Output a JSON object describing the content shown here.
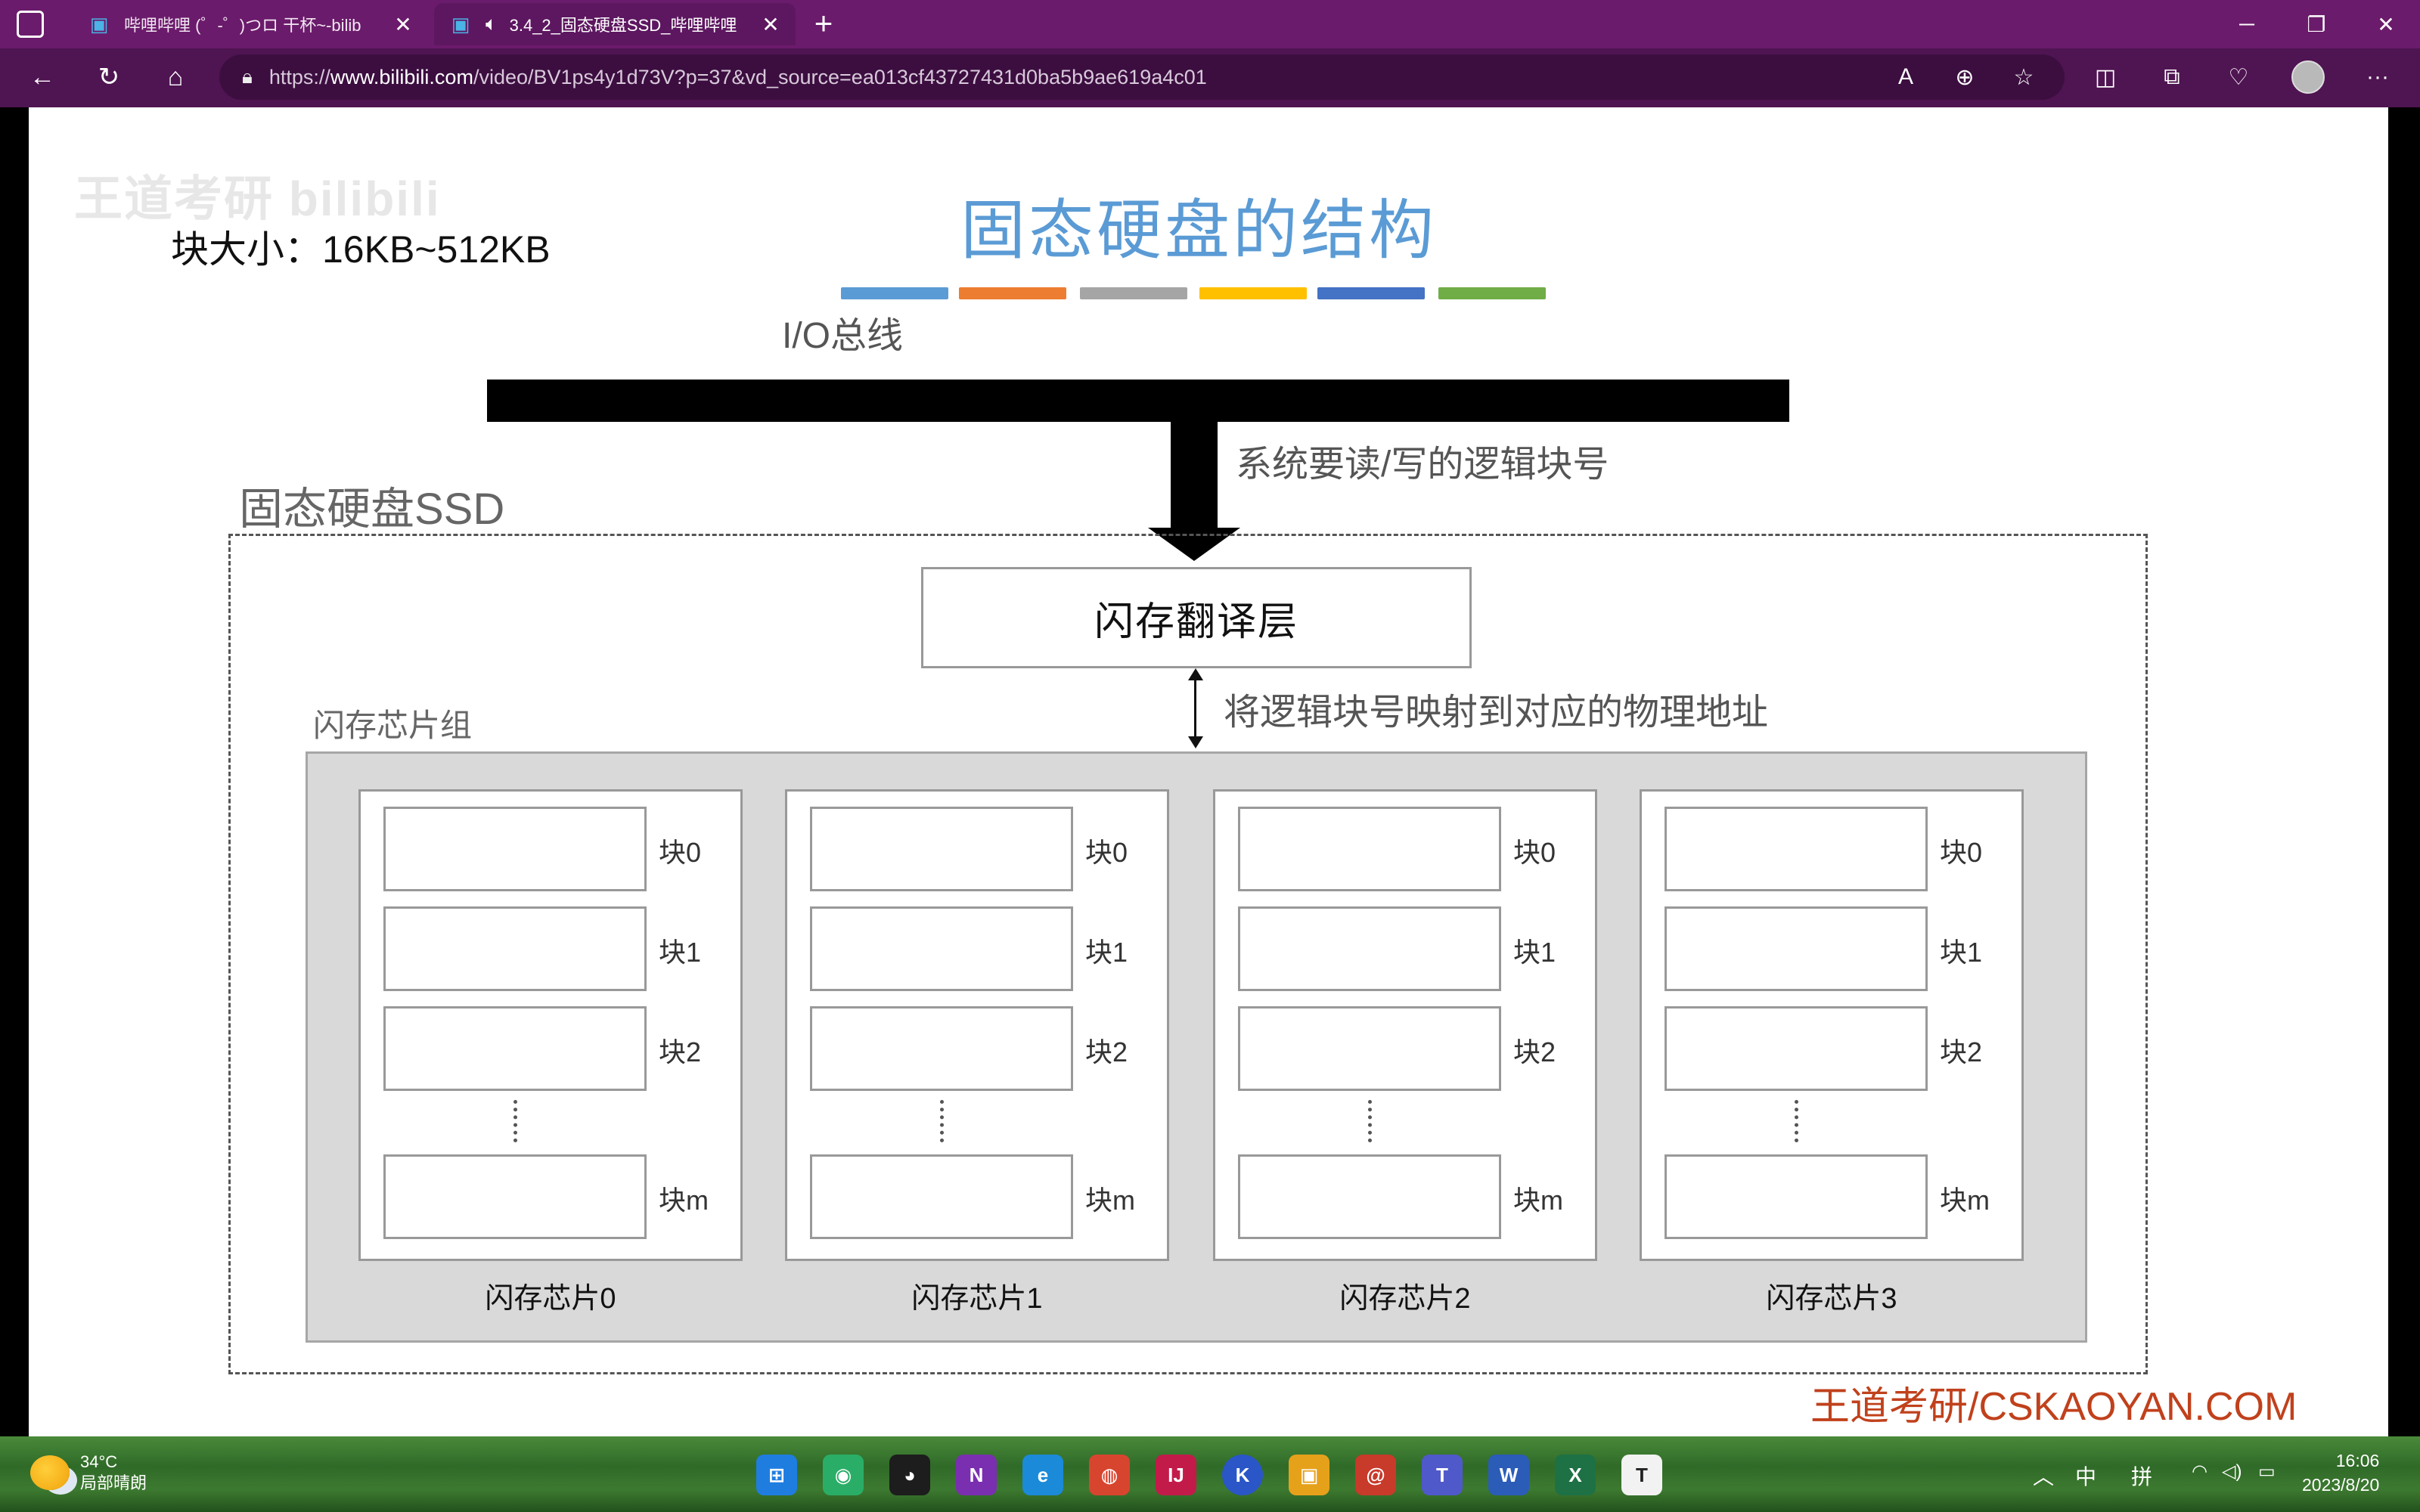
{
  "browser": {
    "tabs": [
      {
        "title": "哔哩哔哩 (゜-゜)つロ 干杯~-bilib",
        "close": "✕"
      },
      {
        "title": "3.4_2_固态硬盘SSD_哔哩哔哩",
        "close": "✕"
      }
    ],
    "new_tab": "+",
    "window": {
      "minimize": "─",
      "restore": "❐",
      "close": "✕"
    },
    "url_prefix": "https://",
    "url_domain": "www.bilibili.com",
    "url_path": "/video/BV1ps4y1d73V?p=37&vd_source=ea013cf43727431d0ba5b9ae619a4c01",
    "more": "···"
  },
  "slide": {
    "watermark": "王道考研 bilibili",
    "block_size": "块大小：16KB~512KB",
    "title": "固态硬盘的结构",
    "color_bars": [
      "#5b9bd5",
      "#ed7d31",
      "#a5a5a5",
      "#ffc000",
      "#4472c4",
      "#70ad47"
    ],
    "io_label": "I/O总线",
    "readwrite_label": "系统要读/写的逻辑块号",
    "ssd_label": "固态硬盘SSD",
    "ftl_label": "闪存翻译层",
    "map_label": "将逻辑块号映射到对应的物理地址",
    "group_label": "闪存芯片组",
    "chips": [
      {
        "name": "闪存芯片0",
        "blocks": [
          "块0",
          "块1",
          "块2",
          "块m"
        ]
      },
      {
        "name": "闪存芯片1",
        "blocks": [
          "块0",
          "块1",
          "块2",
          "块m"
        ]
      },
      {
        "name": "闪存芯片2",
        "blocks": [
          "块0",
          "块1",
          "块2",
          "块m"
        ]
      },
      {
        "name": "闪存芯片3",
        "blocks": [
          "块0",
          "块1",
          "块2",
          "块m"
        ]
      }
    ],
    "brand": "王道考研/CSKAOYAN.COM"
  },
  "taskbar": {
    "weather_temp": "34°C",
    "weather_desc": "局部晴朗",
    "ime_lang": "中",
    "ime_mode": "拼",
    "time": "16:06",
    "date": "2023/8/20"
  }
}
